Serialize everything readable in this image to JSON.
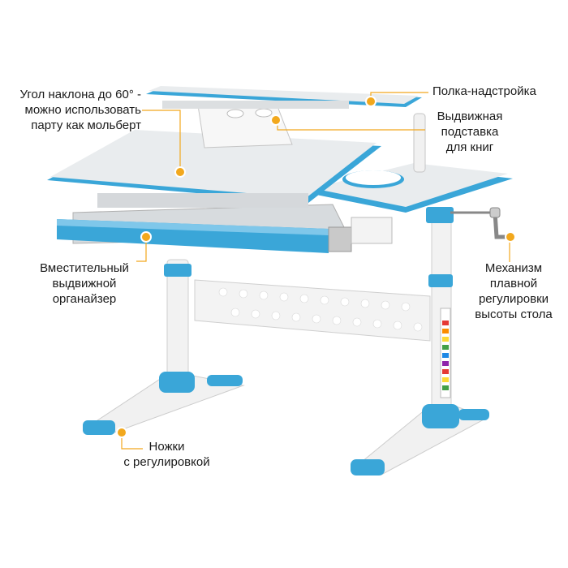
{
  "colors": {
    "accent": "#3aa6d8",
    "accent_dark": "#2a88b8",
    "desk_top": "#e9ecee",
    "frame": "#f1f1f1",
    "marker": "#f2a81d",
    "leader": "#f2a81d"
  },
  "callouts": {
    "tilt": {
      "lines": [
        "Угол наклона до 60° -",
        "можно использовать",
        "парту как мольберт"
      ]
    },
    "shelf": {
      "lines": [
        "Полка-надстройка"
      ]
    },
    "book_stand": {
      "lines": [
        "Выдвижная",
        "подставка",
        "для книг"
      ]
    },
    "organizer": {
      "lines": [
        "Вместительный",
        "выдвижной",
        "органайзер"
      ]
    },
    "mechanism": {
      "lines": [
        "Механизм",
        "плавной",
        "регулировки",
        "высоты стола"
      ]
    },
    "feet": {
      "lines": [
        "Ножки",
        "с регулировкой"
      ]
    }
  }
}
